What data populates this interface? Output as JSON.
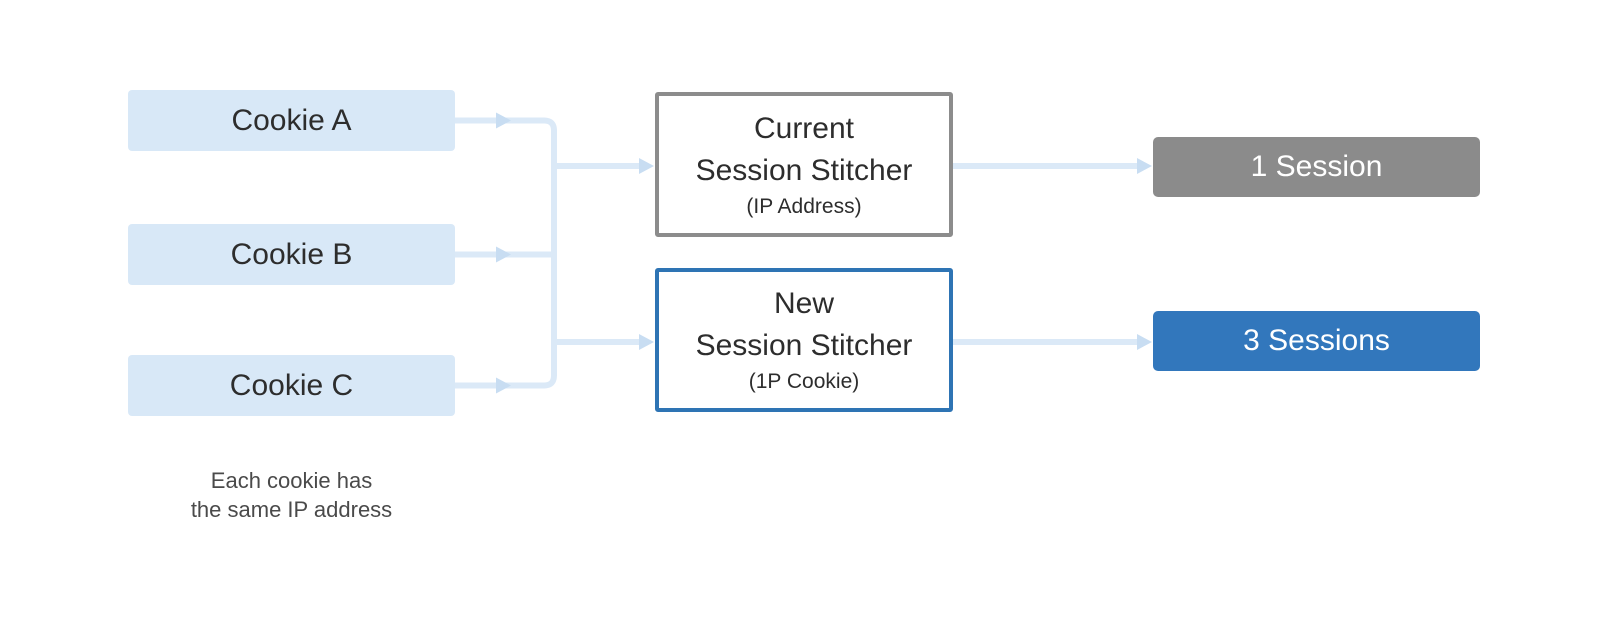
{
  "diagram": {
    "cookies": [
      {
        "label": "Cookie A"
      },
      {
        "label": "Cookie B"
      },
      {
        "label": "Cookie C"
      }
    ],
    "stitchers": {
      "current": {
        "title_line1": "Current",
        "title_line2": "Session Stitcher",
        "subtitle": "(IP Address)"
      },
      "new": {
        "title_line1": "New",
        "title_line2": "Session Stitcher",
        "subtitle": "(1P Cookie)"
      }
    },
    "results": {
      "current": {
        "label": "1 Session"
      },
      "new": {
        "label": "3 Sessions"
      }
    },
    "caption": {
      "line1": "Each cookie has",
      "line2": "the same IP address"
    },
    "colors": {
      "cookie_fill": "#d8e8f7",
      "connector_line": "#dbe9f7",
      "arrowhead": "#c8ddf2",
      "gray_accent": "#8c8c8c",
      "blue_accent": "#2e74b4",
      "blue_result_fill": "#3277bc",
      "gray_result_fill": "#8b8b8b",
      "dark_text": "#2d2d2d",
      "caption_text": "#4a4a4a"
    }
  }
}
